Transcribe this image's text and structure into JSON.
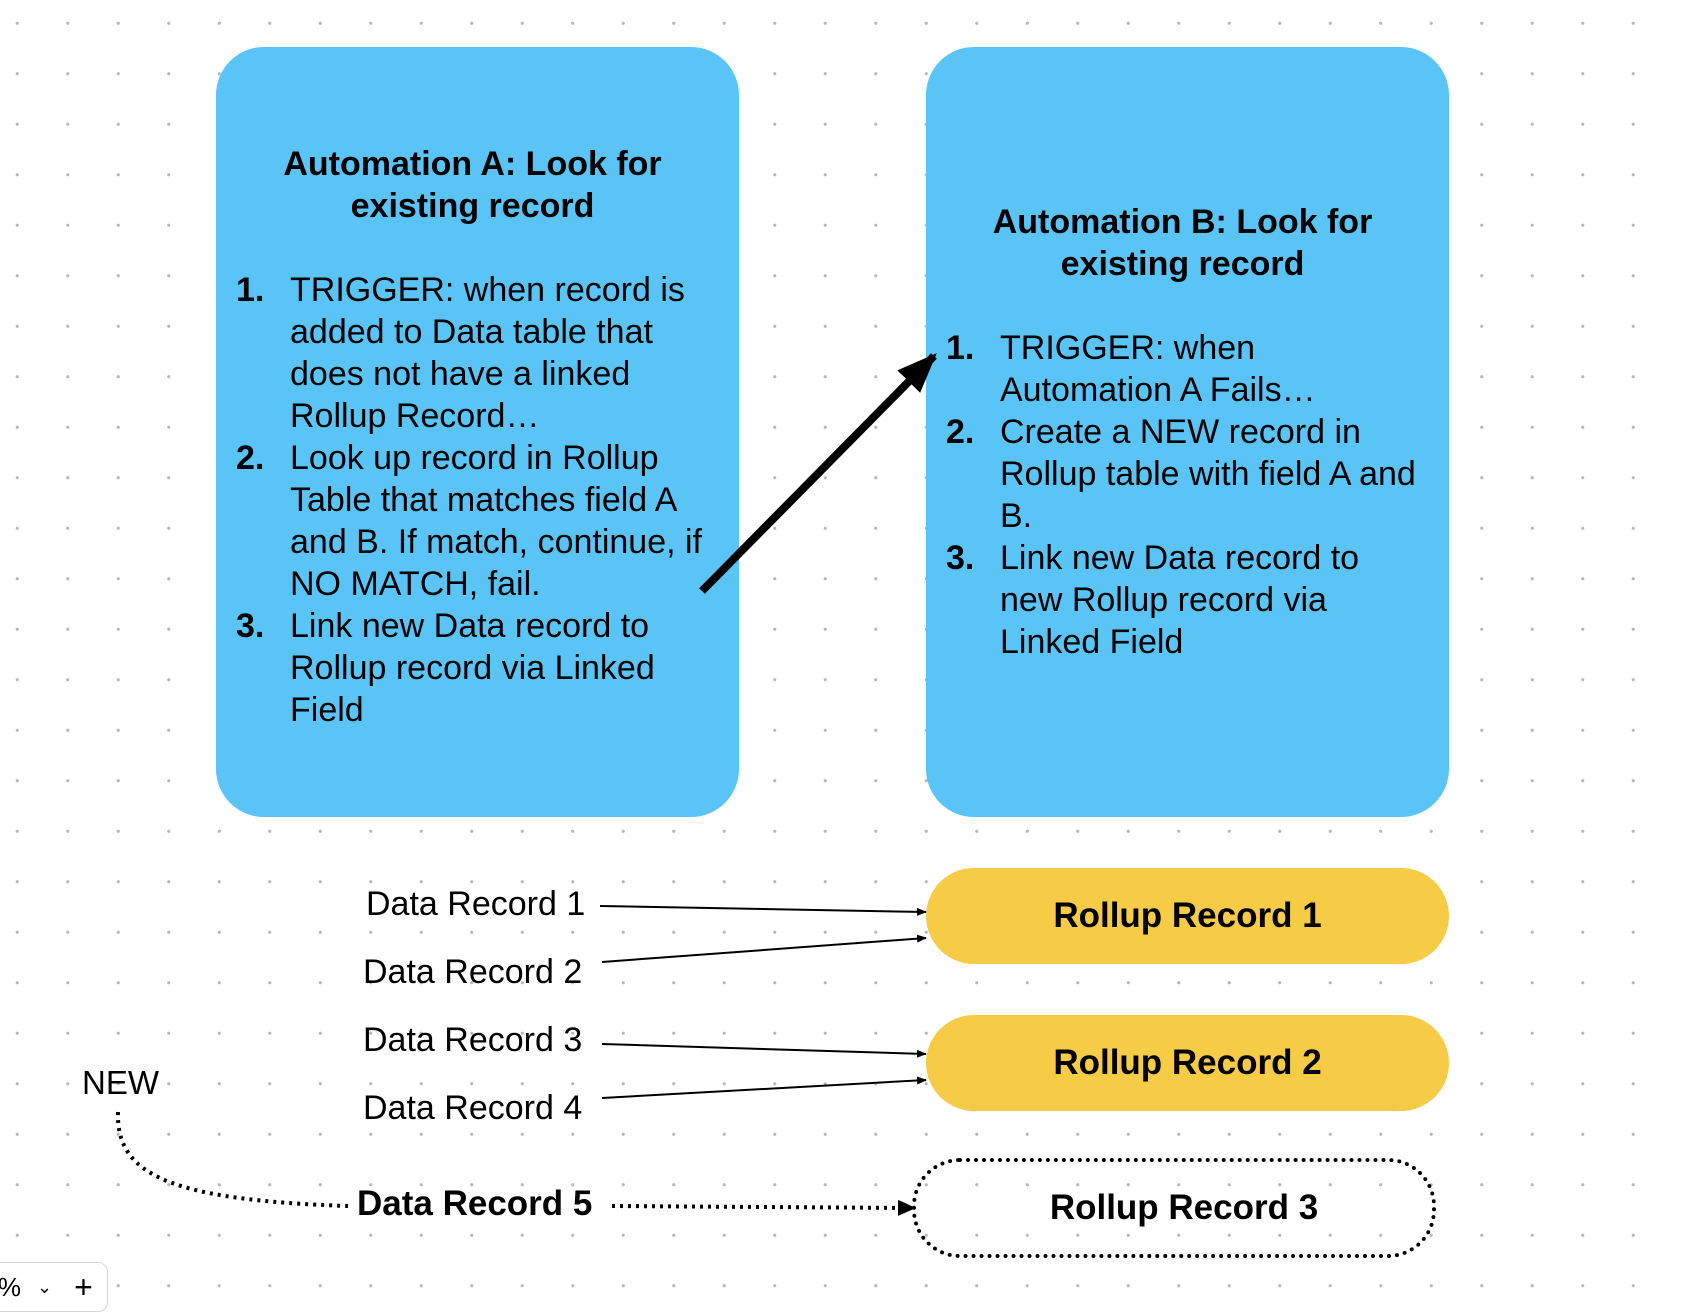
{
  "automation_a": {
    "title": "Automation A: Look for existing record",
    "steps": [
      {
        "num": "1.",
        "text": "TRIGGER: when record is added to Data table that does not have a linked Rollup Record…"
      },
      {
        "num": "2.",
        "text": "Look up record in Rollup Table that matches field A and B. If match, continue, if NO MATCH, fail."
      },
      {
        "num": "3.",
        "text": "Link new Data record to Rollup record via Linked Field"
      }
    ]
  },
  "automation_b": {
    "title": "Automation B: Look for existing record",
    "steps": [
      {
        "num": "1.",
        "text": "TRIGGER: when Automation A Fails…"
      },
      {
        "num": "2.",
        "text": "Create a NEW record in Rollup table with field A and B."
      },
      {
        "num": "3.",
        "text": "Link new Data record to new Rollup record via Linked Field"
      }
    ]
  },
  "data_records": [
    "Data Record 1",
    "Data Record 2",
    "Data Record 3",
    "Data Record 4",
    "Data Record 5"
  ],
  "rollup_records": [
    "Rollup Record 1",
    "Rollup Record 2",
    "Rollup Record 3"
  ],
  "new_label": "NEW",
  "zoom": {
    "value": "%",
    "chevron": "⌄",
    "plus": "+"
  },
  "colors": {
    "card_blue": "#5ac4f6",
    "pill_yellow": "#f6cb45",
    "canvas_dot": "#b8b8b8"
  }
}
